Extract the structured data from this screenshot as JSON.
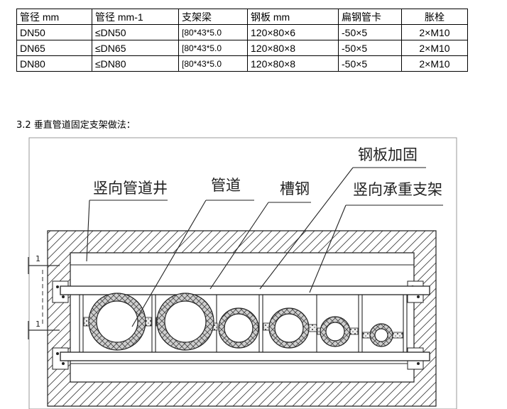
{
  "table": {
    "headers": [
      "管径 mm",
      "管径 mm-1",
      "支架梁",
      "钢板 mm",
      "扁钢管卡",
      "胀栓"
    ],
    "rows": [
      [
        "DN50",
        "≤DN50",
        "[80*43*5.0",
        "120×80×6",
        "-50×5",
        "2×M10"
      ],
      [
        "DN65",
        "≤DN65",
        "[80*43*5.0",
        "120×80×8",
        "-50×5",
        "2×M10"
      ],
      [
        "DN80",
        "≤DN80",
        "[80*43*5.0",
        "120×80×8",
        "-50×5",
        "2×M10"
      ]
    ]
  },
  "section": {
    "heading": "3.2  垂直管道固定支架做法："
  },
  "drawing": {
    "labels": {
      "shaft": "竖向管道井",
      "pipe": "管道",
      "channel": "槽钢",
      "plate": "钢板加固",
      "support": "竖向承重支架"
    },
    "section_mark": "1"
  }
}
